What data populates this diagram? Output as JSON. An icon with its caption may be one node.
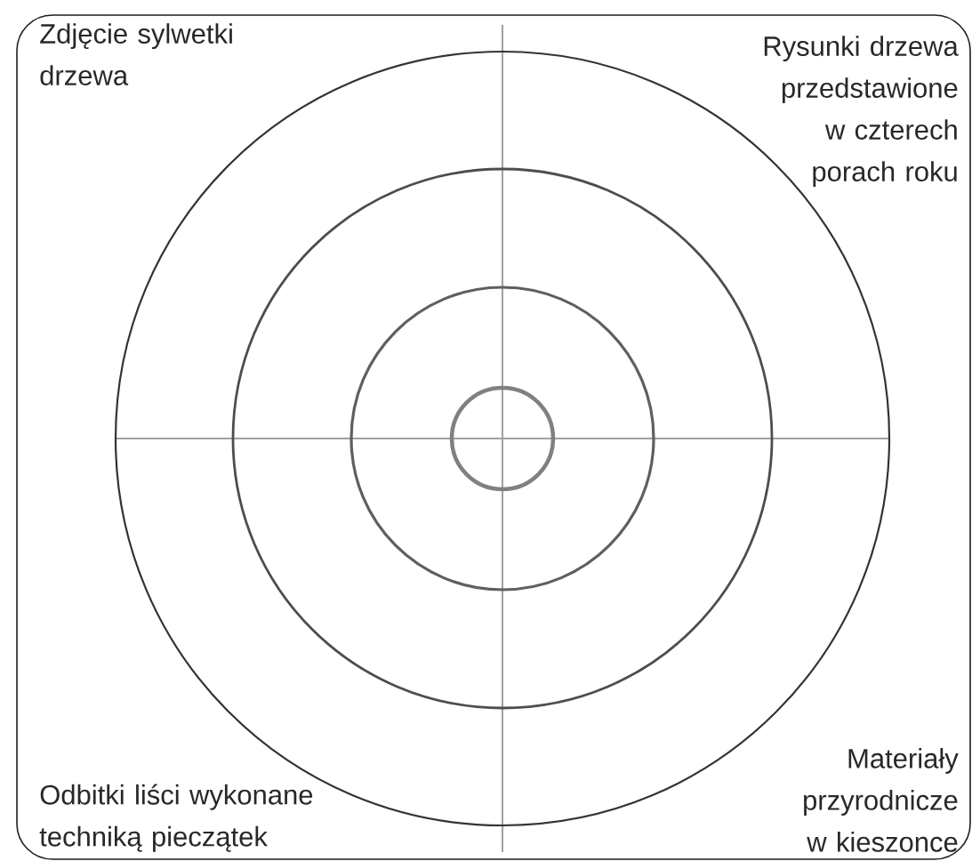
{
  "diagram": {
    "nodes": [
      {
        "text": [],
        "shape": "circle"
      },
      {
        "text": [],
        "shape": "circle",
        "in": 0
      },
      {
        "text": [],
        "shape": "circle",
        "in": 1
      },
      {
        "text": [],
        "shape": "circle",
        "in": 2
      }
    ],
    "labels": [
      "Zdjęcie sylwetki drzewa",
      "Rysunki drzewa przedstawione w czterech porach roku",
      "Odbitki liści wykonane techniką pieczątek",
      "Materiały przyrodnicze w kieszonce"
    ]
  }
}
